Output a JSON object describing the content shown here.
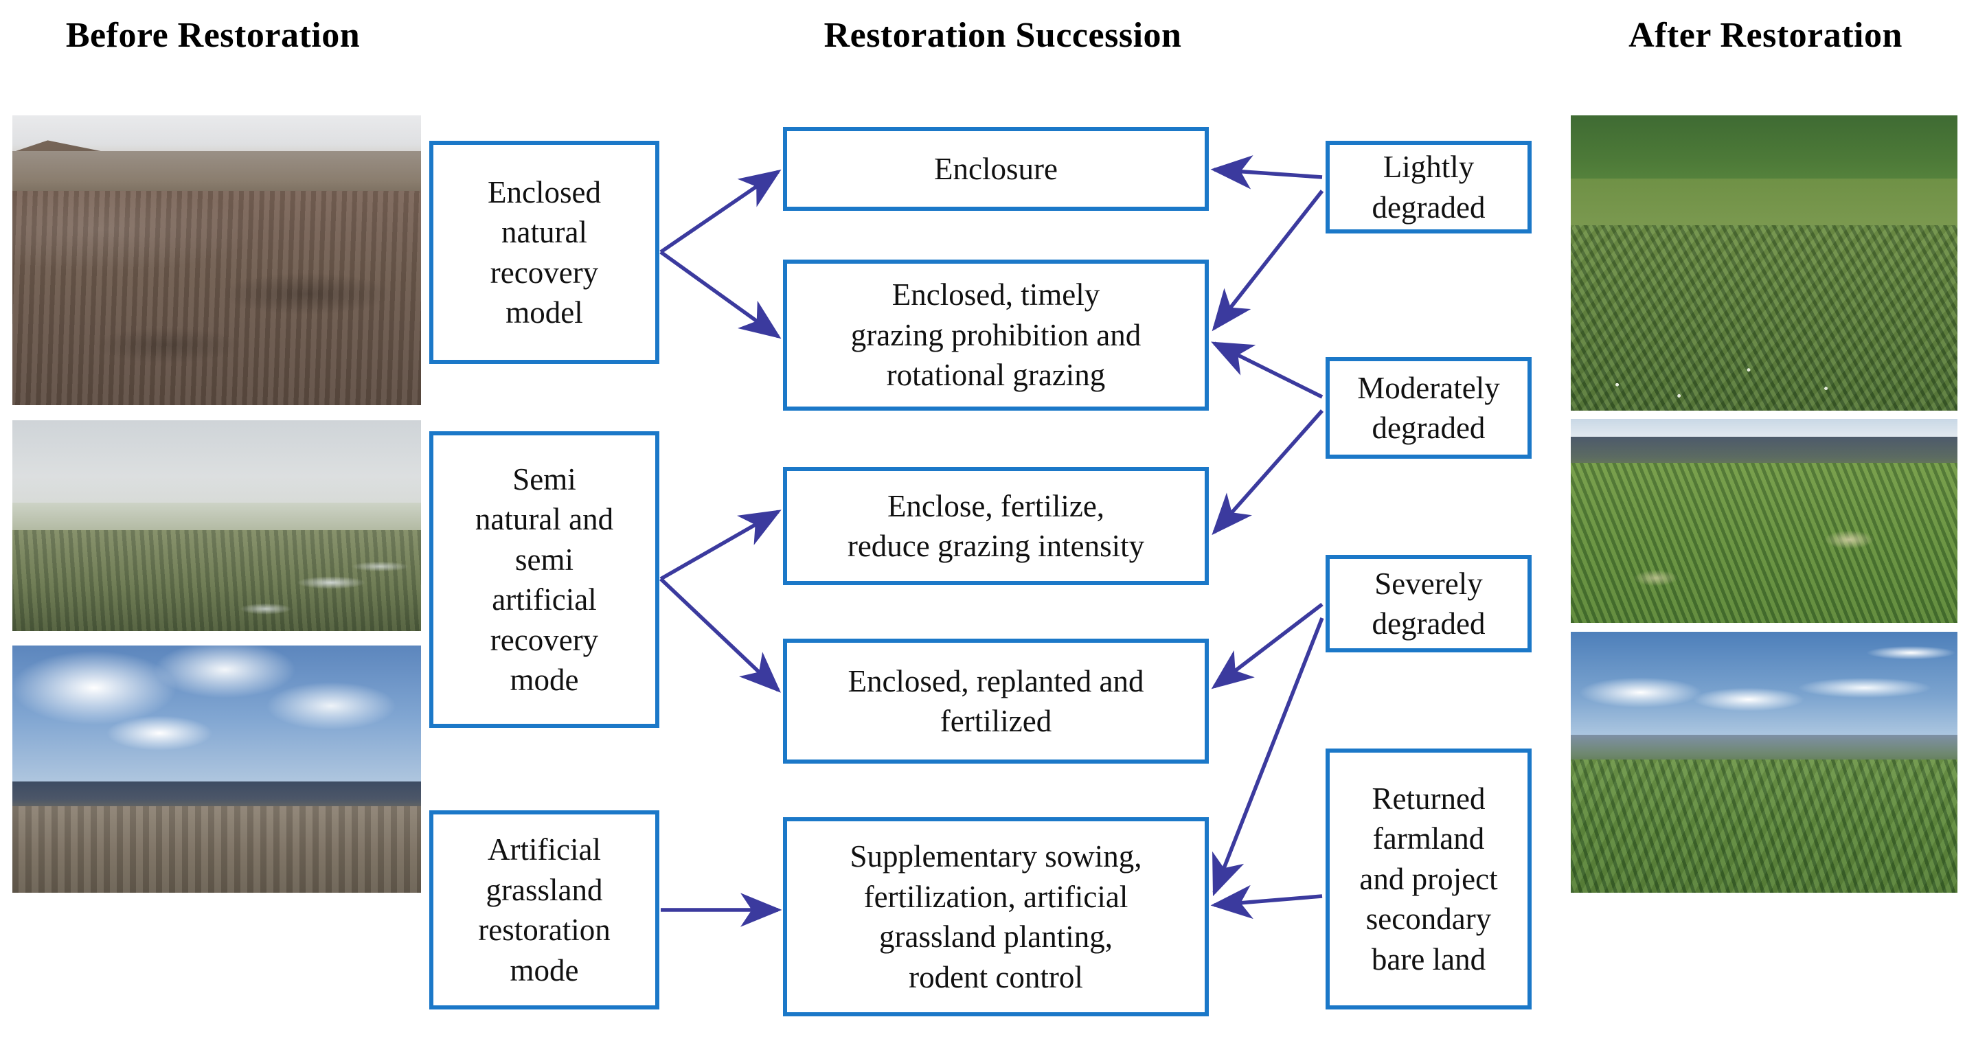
{
  "headers": {
    "before": "Before Restoration",
    "middle": "Restoration Succession",
    "after": "After Restoration"
  },
  "colors": {
    "box_border": "#1b78c8",
    "arrow": "#3b3a9e",
    "text": "#111111",
    "background": "#ffffff"
  },
  "photos": {
    "before": [
      {
        "name": "degraded-bare-brown-slope"
      },
      {
        "name": "hazy-sparse-alpine-meadow"
      },
      {
        "name": "bare-plain-under-cloudy-sky"
      }
    ],
    "after": [
      {
        "name": "restored-lush-green-hillside"
      },
      {
        "name": "restored-green-field-with-mountains"
      },
      {
        "name": "restored-green-plain-blue-sky"
      }
    ]
  },
  "restoration_modes": [
    {
      "id": "left-1",
      "lines": [
        "Enclosed",
        "natural",
        "recovery",
        "model"
      ]
    },
    {
      "id": "left-2",
      "lines": [
        "Semi",
        "natural and",
        "semi",
        "artificial",
        "recovery",
        "mode"
      ]
    },
    {
      "id": "left-3",
      "lines": [
        "Artificial",
        "grassland",
        "restoration",
        "mode"
      ]
    }
  ],
  "measures": [
    {
      "id": "mid-1",
      "lines": [
        "Enclosure"
      ]
    },
    {
      "id": "mid-2",
      "lines": [
        "Enclosed, timely",
        "grazing prohibition and",
        "rotational grazing"
      ]
    },
    {
      "id": "mid-3",
      "lines": [
        "Enclose, fertilize,",
        "reduce grazing intensity"
      ]
    },
    {
      "id": "mid-4",
      "lines": [
        "Enclosed, replanted and",
        "fertilized"
      ]
    },
    {
      "id": "mid-5",
      "lines": [
        "Supplementary sowing,",
        "fertilization, artificial",
        "grassland planting,",
        "rodent control"
      ]
    }
  ],
  "degradation_levels": [
    {
      "id": "right-1",
      "lines": [
        "Lightly",
        "degraded"
      ]
    },
    {
      "id": "right-2",
      "lines": [
        "Moderately",
        "degraded"
      ]
    },
    {
      "id": "right-3",
      "lines": [
        "Severely",
        "degraded"
      ]
    },
    {
      "id": "right-4",
      "lines": [
        "Returned",
        "farmland",
        "and project",
        "secondary",
        "bare land"
      ]
    }
  ],
  "edges": [
    {
      "from": "left-1",
      "to": "mid-1",
      "direction": "right"
    },
    {
      "from": "left-1",
      "to": "mid-2",
      "direction": "right"
    },
    {
      "from": "left-2",
      "to": "mid-3",
      "direction": "right"
    },
    {
      "from": "left-2",
      "to": "mid-4",
      "direction": "right"
    },
    {
      "from": "left-3",
      "to": "mid-5",
      "direction": "right"
    },
    {
      "from": "right-1",
      "to": "mid-1",
      "direction": "left"
    },
    {
      "from": "right-1",
      "to": "mid-2",
      "direction": "left"
    },
    {
      "from": "right-2",
      "to": "mid-2",
      "direction": "left"
    },
    {
      "from": "right-2",
      "to": "mid-3",
      "direction": "left"
    },
    {
      "from": "right-3",
      "to": "mid-4",
      "direction": "left"
    },
    {
      "from": "right-3",
      "to": "mid-5",
      "direction": "left"
    },
    {
      "from": "right-4",
      "to": "mid-5",
      "direction": "left"
    }
  ]
}
